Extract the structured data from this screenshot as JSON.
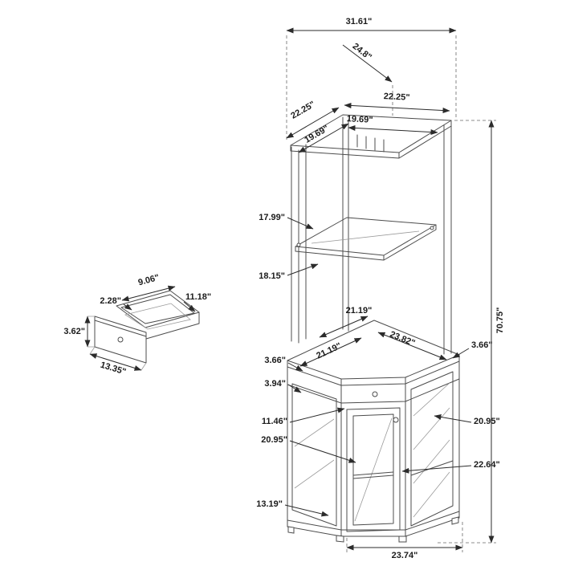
{
  "diagram": {
    "type": "technical-dimension-drawing",
    "subject": "corner bar cabinet with pull-out drawer detail"
  },
  "dimensions": {
    "overall_width": "31.61\"",
    "top_diagonal_depth": "24.8\"",
    "top_frame_left": "22.25\"",
    "top_frame_right": "22.25\"",
    "top_shelf_right": "19.69\"",
    "top_shelf_left": "19.69\"",
    "upper_section_height": "17.99\"",
    "middle_section_height": "18.15\"",
    "overall_height": "70.75\"",
    "counter_edge_upper": "21.19\"",
    "counter_left_edge": "21.19\"",
    "counter_right_edge": "23.82\"",
    "counter_thickness_left": "3.66\"",
    "counter_thickness_right": "3.66\"",
    "drawer_face_height": "3.94\"",
    "door_opening_height": "11.46\"",
    "door_glass_width": "20.95\"",
    "side_glass_upper": "20.95\"",
    "side_glass_lower": "22.64\"",
    "bottom_section_height": "13.19\"",
    "base_front_width": "23.74\"",
    "drawer_detail": {
      "back_width": "9.06\"",
      "wall_height": "2.28\"",
      "side_depth": "11.18\"",
      "front_height": "3.62\"",
      "front_width": "13.35\""
    }
  }
}
